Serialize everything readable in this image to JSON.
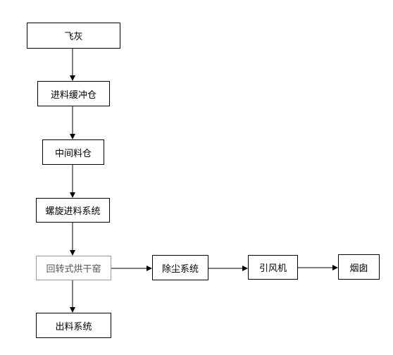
{
  "nodes": {
    "fly_ash": "飞灰",
    "feed_buffer_bin": "进料缓冲仓",
    "intermediate_bin": "中间料仓",
    "screw_feeding_system": "螺旋进料系统",
    "rotary_kiln": "回转式烘干窑",
    "discharge_system": "出料系统",
    "dust_removal_system": "除尘系统",
    "induced_draft_fan": "引风机",
    "chimney": "烟囱"
  },
  "colors": {
    "line": "#000000",
    "box_border": "#000000",
    "kiln_border": "#9a9a9a",
    "kiln_text": "#555555",
    "background": "#ffffff"
  }
}
